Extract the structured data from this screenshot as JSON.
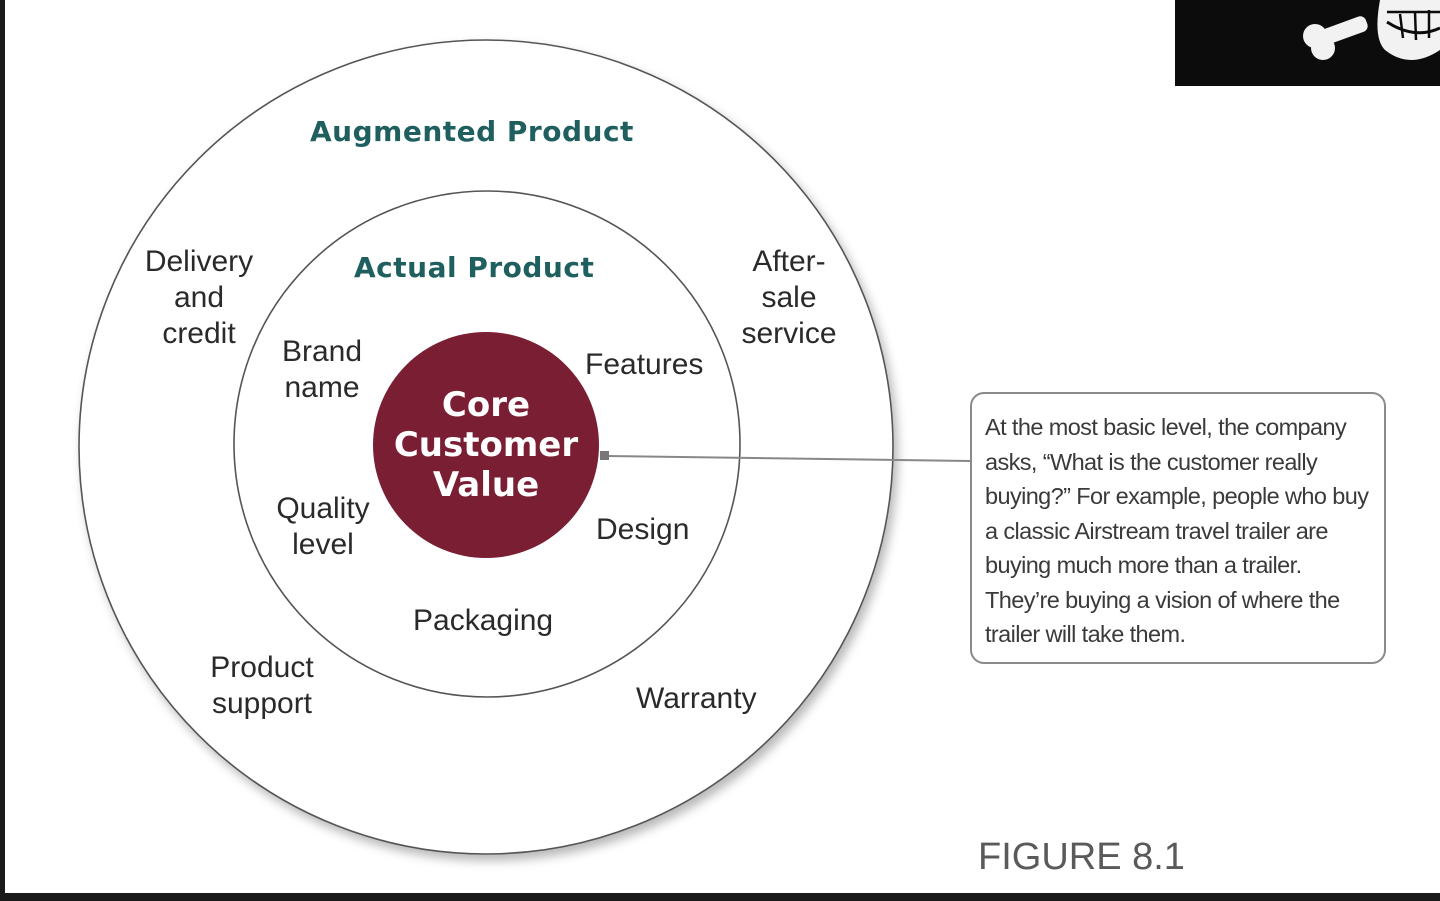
{
  "diagram": {
    "augmented_ring": {
      "title": "Augmented Product",
      "items": {
        "delivery": [
          "Delivery",
          "and",
          "credit"
        ],
        "after_sale": [
          "After-",
          "sale",
          "service"
        ],
        "product_support": [
          "Product",
          "support"
        ],
        "warranty": "Warranty"
      }
    },
    "actual_ring": {
      "title": "Actual Product",
      "items": {
        "brand_name": [
          "Brand",
          "name"
        ],
        "features": "Features",
        "quality_level": [
          "Quality",
          "level"
        ],
        "design": "Design",
        "packaging": "Packaging"
      }
    },
    "core": {
      "lines": [
        "Core",
        "Customer",
        "Value"
      ]
    },
    "callout": {
      "lines": [
        "At the most basic level, the company",
        "asks, “What is the customer really",
        "buying?” For example, people who buy",
        "a classic Airstream travel trailer are",
        "buying much more than a trailer.",
        "They’re buying a vision of where the",
        "trailer will take them."
      ]
    },
    "figure_label": "FIGURE 8.1"
  },
  "colors": {
    "core_fill": "#7a1e34",
    "ring_title": "#1f5f5f",
    "ring_stroke": "#555555",
    "text": "#2a2a2a"
  },
  "icons": {
    "logo": "skull-crossbones-logo"
  }
}
